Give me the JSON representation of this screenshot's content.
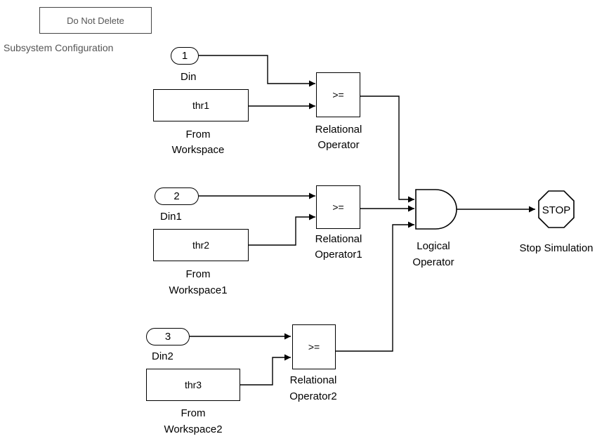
{
  "config": {
    "block_text": "Do Not Delete",
    "label": "Subsystem Configuration"
  },
  "inports": [
    {
      "number": "1",
      "name": "Din"
    },
    {
      "number": "2",
      "name": "Din1"
    },
    {
      "number": "3",
      "name": "Din2"
    }
  ],
  "workspaces": [
    {
      "variable": "thr1",
      "name_line1": "From",
      "name_line2": "Workspace"
    },
    {
      "variable": "thr2",
      "name_line1": "From",
      "name_line2": "Workspace1"
    },
    {
      "variable": "thr3",
      "name_line1": "From",
      "name_line2": "Workspace2"
    }
  ],
  "relops": [
    {
      "symbol": ">=",
      "name_line1": "Relational",
      "name_line2": "Operator"
    },
    {
      "symbol": ">=",
      "name_line1": "Relational",
      "name_line2": "Operator1"
    },
    {
      "symbol": ">=",
      "name_line1": "Relational",
      "name_line2": "Operator2"
    }
  ],
  "logical": {
    "name_line1": "Logical",
    "name_line2": "Operator"
  },
  "stop": {
    "symbol": "STOP",
    "name": "Stop Simulation"
  }
}
